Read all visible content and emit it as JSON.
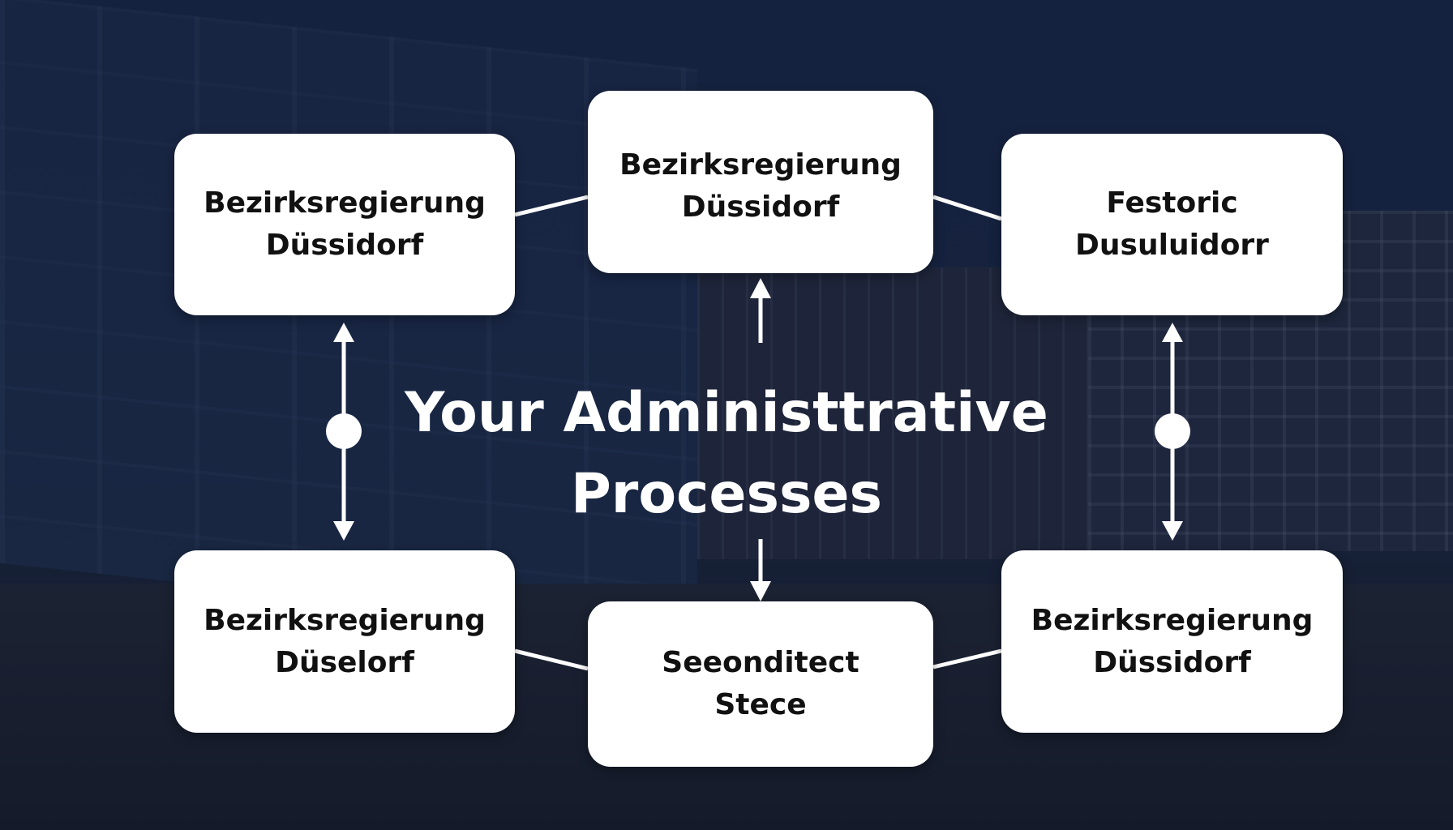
{
  "title": {
    "line1": "Your Administtrative",
    "line2": "Processes"
  },
  "nodes": [
    {
      "line1": "Bezirksregierung",
      "line2": "Düssidorf"
    },
    {
      "line1": "Bezirksregierung",
      "line2": "Düssidorf"
    },
    {
      "line1": "Festoric",
      "line2": "Dusuluidorr"
    },
    {
      "line1": "Bezirksregierung",
      "line2": "Düselorf"
    },
    {
      "line1": "Seeonditect",
      "line2": "Stece"
    },
    {
      "line1": "Bezirksregierung",
      "line2": "Düssidorf"
    }
  ],
  "colors": {
    "node_bg": "#ffffff",
    "text": "#111111",
    "connector": "#ffffff",
    "overlay": "#1a2a4a"
  }
}
